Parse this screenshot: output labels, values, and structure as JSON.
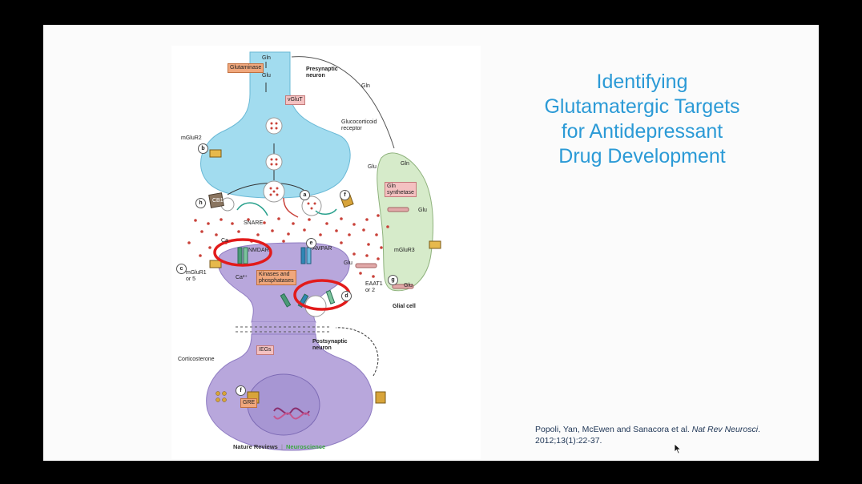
{
  "slide": {
    "title_lines": [
      "Identifying",
      "Glutamatergic Targets",
      "for Antidepressant",
      "Drug Development"
    ],
    "citation": {
      "authors": "Popoli, Yan, McEwen and Sanacora et al.",
      "journal": "Nat Rev Neurosci",
      "details": ". 2012;13(1):22-37."
    }
  },
  "figure": {
    "credit_publisher": "Nature Reviews",
    "credit_separator": "|",
    "credit_journal": "Neuroscience",
    "labels": {
      "gln_top": "Gln",
      "glu_pre": "Glu",
      "glutaminase": "Glutaminase",
      "presynaptic": "Presynaptic\nneuron",
      "vglut": "vGluT",
      "gln_arrow": "Gln",
      "glucocorticoid": "Glucocorticoid\nreceptor",
      "mglur2": "mGluR2",
      "cb1": "CB1",
      "snare": "SNARE",
      "glu_cleft": "Glu",
      "gln_glial": "Gln",
      "gln_synthetase": "Gln\nsynthetase",
      "glu_glial1": "Glu",
      "nmdar": "NMDAR",
      "ca_top": "Ca",
      "ampar": "AMPAR",
      "glu_post": "Glu",
      "mglur3": "mGluR3",
      "mglur1": "mGluR1\nor 5",
      "ca_post": "Ca²⁺",
      "kinases": "Kinases and\nphosphatases",
      "eaat": "EAAT1\nor 2",
      "glu_glial2": "Glu",
      "glial_cell": "Glial cell",
      "postsynaptic": "Postsynaptic\nneuron",
      "iegs": "IEGs",
      "corticosterone": "Corticosterone",
      "gre": "GRE"
    },
    "letters": {
      "a": "a",
      "b": "b",
      "c": "c",
      "d": "d",
      "e": "e",
      "f": "f",
      "f2": "f",
      "g": "g",
      "h": "h"
    }
  },
  "colors": {
    "presynaptic": "#9fdcef",
    "postsynaptic": "#b9a9dc",
    "glial": "#d4e8c8",
    "highlight_circle": "#e21b1b",
    "title": "#2b9ad6"
  }
}
